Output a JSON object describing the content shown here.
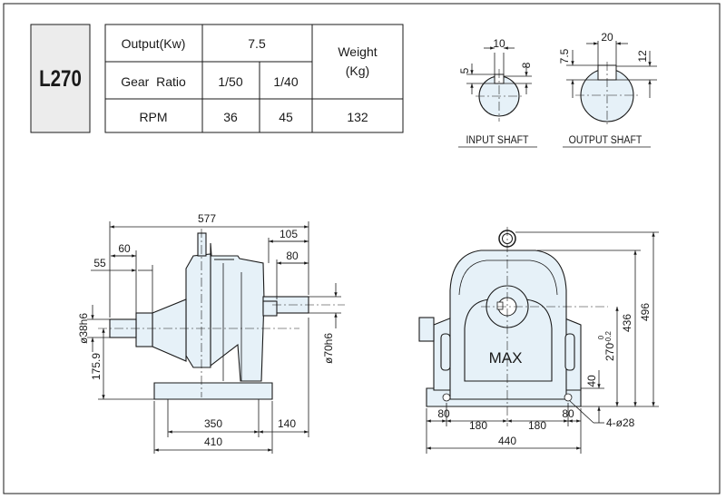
{
  "model": "L270",
  "spec_table": {
    "output_label": "Output(Kw)",
    "output_value": "7.5",
    "weight_label_1": "Weight",
    "weight_label_2": "(Kg)",
    "gear_ratio_label": "Gear  Ratio",
    "ratio_1": "1/50",
    "ratio_2": "1/40",
    "rpm_label": "RPM",
    "rpm_1": "36",
    "rpm_2": "45",
    "weight_value": "132"
  },
  "input_shaft": {
    "label": "INPUT SHAFT",
    "dim_width": "10",
    "dim_left": "5",
    "dim_right": "8"
  },
  "output_shaft": {
    "label": "OUTPUT SHAFT",
    "dim_width": "20",
    "dim_left": "7.5",
    "dim_right": "12"
  },
  "side_view": {
    "dim_overall": "577",
    "dim_60": "60",
    "dim_55": "55",
    "dim_105": "105",
    "dim_80": "80",
    "dim_input_dia": "ø38h6",
    "dim_height": "175.9",
    "dim_output_dia": "ø70h6",
    "dim_350": "350",
    "dim_140": "140",
    "dim_410": "410"
  },
  "front_view": {
    "max_label": "MAX",
    "dim_496": "496",
    "dim_436": "436",
    "dim_270": "270",
    "dim_270_tol_top": "0",
    "dim_270_tol_bottom": "-0.2",
    "dim_40": "40",
    "dim_80_left": "80",
    "dim_180_left": "180",
    "dim_180_right": "180",
    "dim_80_right": "80",
    "dim_holes": "4-ø28",
    "dim_440": "440"
  }
}
